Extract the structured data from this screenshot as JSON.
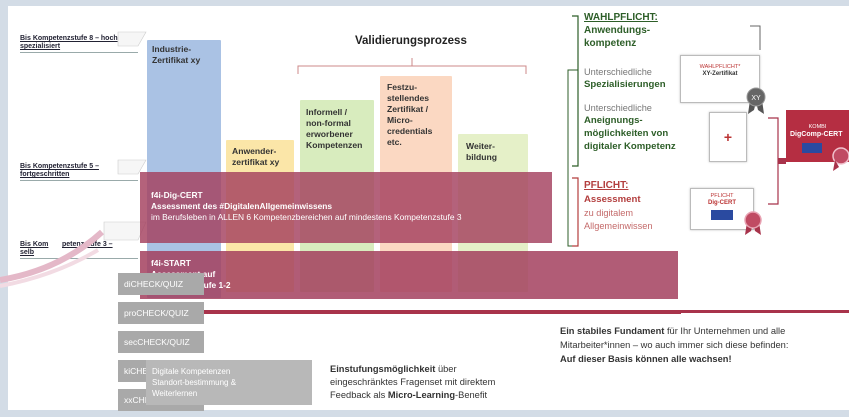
{
  "levels": {
    "high": "Bis Kompetenzstufe 8 – hoch spezialisiert",
    "mid": "Bis Kompetenzstufe 5 – fortgeschritten",
    "low_a": "Bis Kom",
    "low_b": "petenzstufe 3 –",
    "low_c": "selb"
  },
  "process_title": "Validierungsprozess",
  "columns": {
    "industrie": "Industrie-\nZertifikat xy",
    "anwender": "Anwender-\nzertifikat xy",
    "informell": "Informell /\nnon-formal\nerworbener\nKompetenzen",
    "festzu": "Festzu-\nstellendes\nZertifikat /\nMicro-\ncredentials\netc.",
    "weiterbildung": "Weiter-\nbildung"
  },
  "bands": {
    "dig_cert_title": "f4i-Dig-CERT",
    "dig_cert_line1": "Assessment des #DigitalenAllgemeinwissens",
    "dig_cert_line2": "im Berufsleben in ALLEN 6 Kompetenzbereichen auf mindestens Kompetenzstufe 3",
    "start_title": "f4i-START",
    "start_line1": "Assessment auf",
    "start_line2": "Kompetenzstufe 1-2"
  },
  "checks": [
    "diCHECK/QUIZ",
    "proCHECK/QUIZ",
    "secCHECK/QUIZ",
    "kiCHECK/QUIZ",
    "xxCHECK/QUIZ"
  ],
  "digital_box": {
    "line1": "Digitale Kompetenzen",
    "line2": "Standort-bestimmung &",
    "line3": "Weiterlernen"
  },
  "einstufung": {
    "bold": "Einstufungsmöglichkeit",
    "rest1": " über",
    "line2": "eingeschränktes Fragenset mit direktem",
    "line3_pre": "Feedback als ",
    "line3_bold": "Micro-Learning",
    "line3_post": "-Benefit"
  },
  "wahlpflicht": {
    "head1": "WAHLPFLICHT:",
    "head2": "Anwendungs-",
    "head3": "kompetenz",
    "g1": "Unterschiedliche",
    "b1": "Spezialisierungen",
    "g2": "Unterschiedliche",
    "b2a": "Aneignungs-",
    "b2b": "möglichkeiten von",
    "b2c": "digitaler Kompetenz"
  },
  "pflicht": {
    "head": "PFLICHT:",
    "b": "Assessment",
    "g1": "zu digitalem",
    "g2": "Allgemeinwissen"
  },
  "certs": {
    "wahl_small": "WAHLPFLICHT*",
    "wahl_name": "XY-Zertifikat",
    "pflicht_small": "PFLICHT",
    "pflicht_name": "Dig-CERT",
    "kombi_small": "KOMBI",
    "kombi_name": "DigComp-CERT",
    "plus": "+"
  },
  "footer": {
    "bold1": "Ein stabiles Fundament",
    "rest1": " für Ihr Unternehmen und alle",
    "line2": "Mitarbeiter*innen – wo auch immer sich diese befinden:",
    "line3": "Auf dieser Basis können alle wachsen!"
  },
  "colors": {
    "blue": "#aac2e4",
    "yellow": "#fbe6a8",
    "green": "#d8ecbe",
    "salmon": "#fbd8c2",
    "lightgreen": "#e5f0c8",
    "band": "#a3405e",
    "green_text": "#2d5e28",
    "red_text": "#b33e3e"
  }
}
